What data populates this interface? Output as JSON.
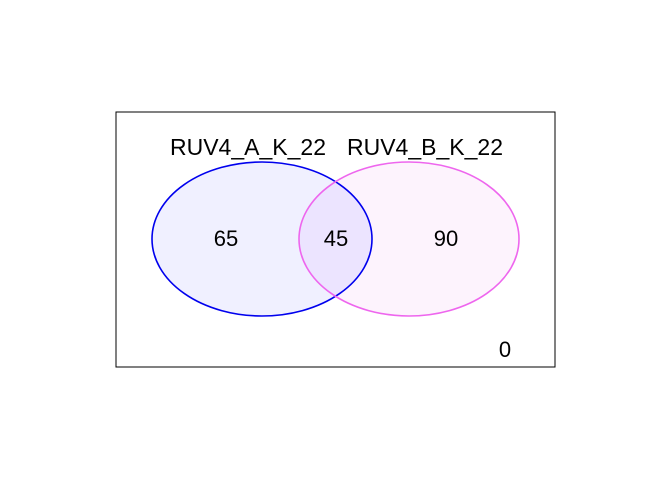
{
  "diagram": {
    "type": "venn",
    "sets": [
      {
        "name": "RUV4_A_K_22",
        "only_count": "65",
        "stroke_color": "#0000ee",
        "fill_color": "#f0f0ff"
      },
      {
        "name": "RUV4_B_K_22",
        "only_count": "90",
        "stroke_color": "#ee66ee",
        "fill_color": "#fdf3fd"
      }
    ],
    "intersection_count": "45",
    "intersection_fill_color": "#ece4ff",
    "outside_count": "0",
    "frame_color": "#000000"
  }
}
